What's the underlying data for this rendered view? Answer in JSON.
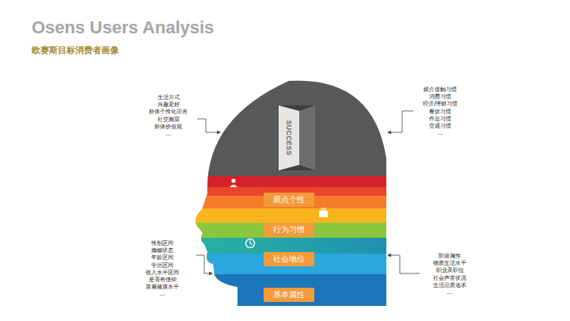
{
  "diagram": {
    "title": "Osens Users Analysis",
    "nodes": [
      {
        "text": [
          "SUCCESS"
        ]
      },
      {
        "text": [
          "观点个性"
        ]
      },
      {
        "text": [
          "行为习惯"
        ]
      },
      {
        "text": [
          "社会地位"
        ]
      },
      {
        "text": [
          "基本属性"
        ]
      }
    ],
    "labels": [
      "欧赛斯目标消费者画像",
      "生活方式",
      "兴趣爱好",
      "群体个性化语言",
      "社交圈层",
      "群体价值观",
      "...",
      "媒介接触习惯",
      "消费习惯",
      "经济/理财习惯",
      "餐饮习惯",
      "作息习惯",
      "交通习惯",
      "...",
      "性别区间",
      "婚姻状态",
      "年龄区间",
      "学历区间",
      "收入水平区间",
      "是否有信仰",
      "普遍健康水平",
      "...",
      "阶级属性",
      "物质生活水平",
      "职业及职位",
      "社会声誉状况",
      "生活品质追求",
      "..."
    ]
  }
}
